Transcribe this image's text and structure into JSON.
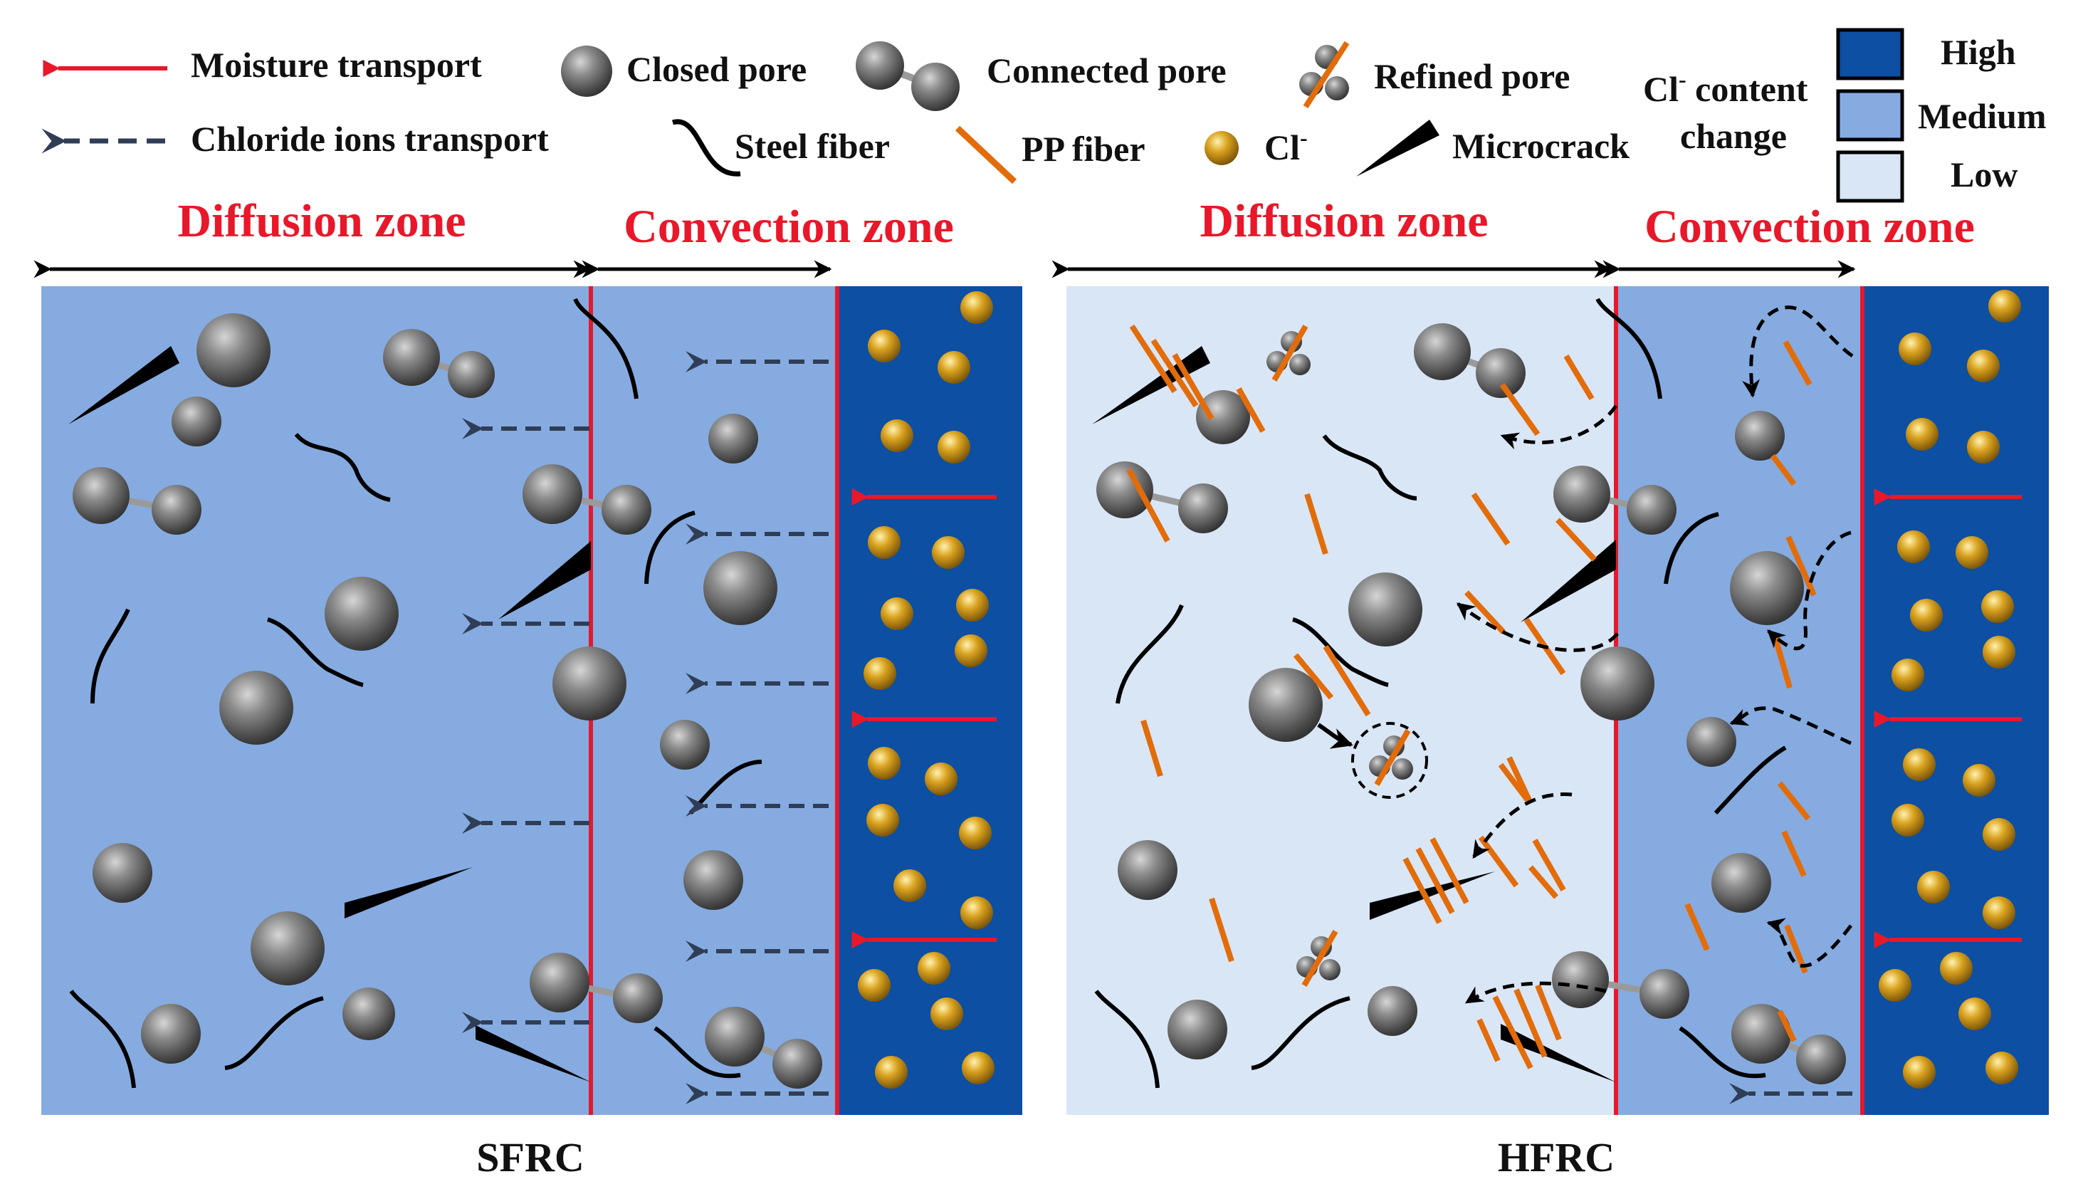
{
  "legend": {
    "moisture_transport": "Moisture transport",
    "chloride_transport": "Chloride ions transport",
    "closed_pore": "Closed pore",
    "connected_pore": "Connected pore",
    "refined_pore": "Refined pore",
    "steel_fiber": "Steel fiber",
    "pp_fiber": "PP fiber",
    "cl_base": "Cl",
    "cl_sup": "-",
    "microcrack": "Microcrack",
    "cl_content_base": "Cl",
    "cl_content_sup": "-",
    "cl_content_rest": " content",
    "cl_change": "change",
    "levels": [
      "High",
      "Medium",
      "Low"
    ]
  },
  "panels": [
    {
      "name": "SFRC",
      "diffusion_label": "Diffusion zone",
      "convection_label": "Convection zone"
    },
    {
      "name": "HFRC",
      "diffusion_label": "Diffusion zone",
      "convection_label": "Convection zone"
    }
  ],
  "colors": {
    "high": "#0c4fa3",
    "medium": "#86abe0",
    "low": "#d9e6f6",
    "moisture_arrow": "#e8182a",
    "chloride_arrow": "#2f3e56",
    "zone_label": "#e8182a",
    "pp_fiber": "#e36c0a",
    "cl_ion": "#c9921b"
  }
}
